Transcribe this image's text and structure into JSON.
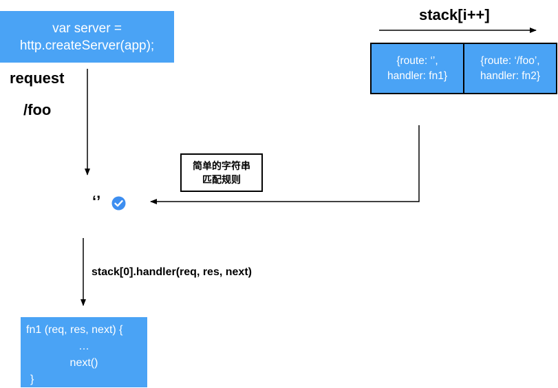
{
  "server": {
    "line1": "var server =",
    "line2": "http.createServer(app);"
  },
  "request_label": "request",
  "path_label": "/foo",
  "stack": {
    "title": "stack[i++]",
    "entries": [
      {
        "line1": "{route: ‘’,",
        "line2": "handler: fn1}"
      },
      {
        "line1": "{route: ‘/foo’,",
        "line2": "handler: fn2}"
      }
    ]
  },
  "match_rule": {
    "line1": "简单的字符串",
    "line2": "匹配规则"
  },
  "matched_route": "‘’",
  "handler_call": "stack[0].handler(req, res, next)",
  "fn1": {
    "line1": "fn1 (req, res, next) {",
    "line2": "…",
    "line3": "next()",
    "line4": "}"
  },
  "colors": {
    "box_fill": "#4aa3f5",
    "check_fill": "#3d8ef0"
  },
  "icons": {
    "check": "check-circle-icon"
  }
}
